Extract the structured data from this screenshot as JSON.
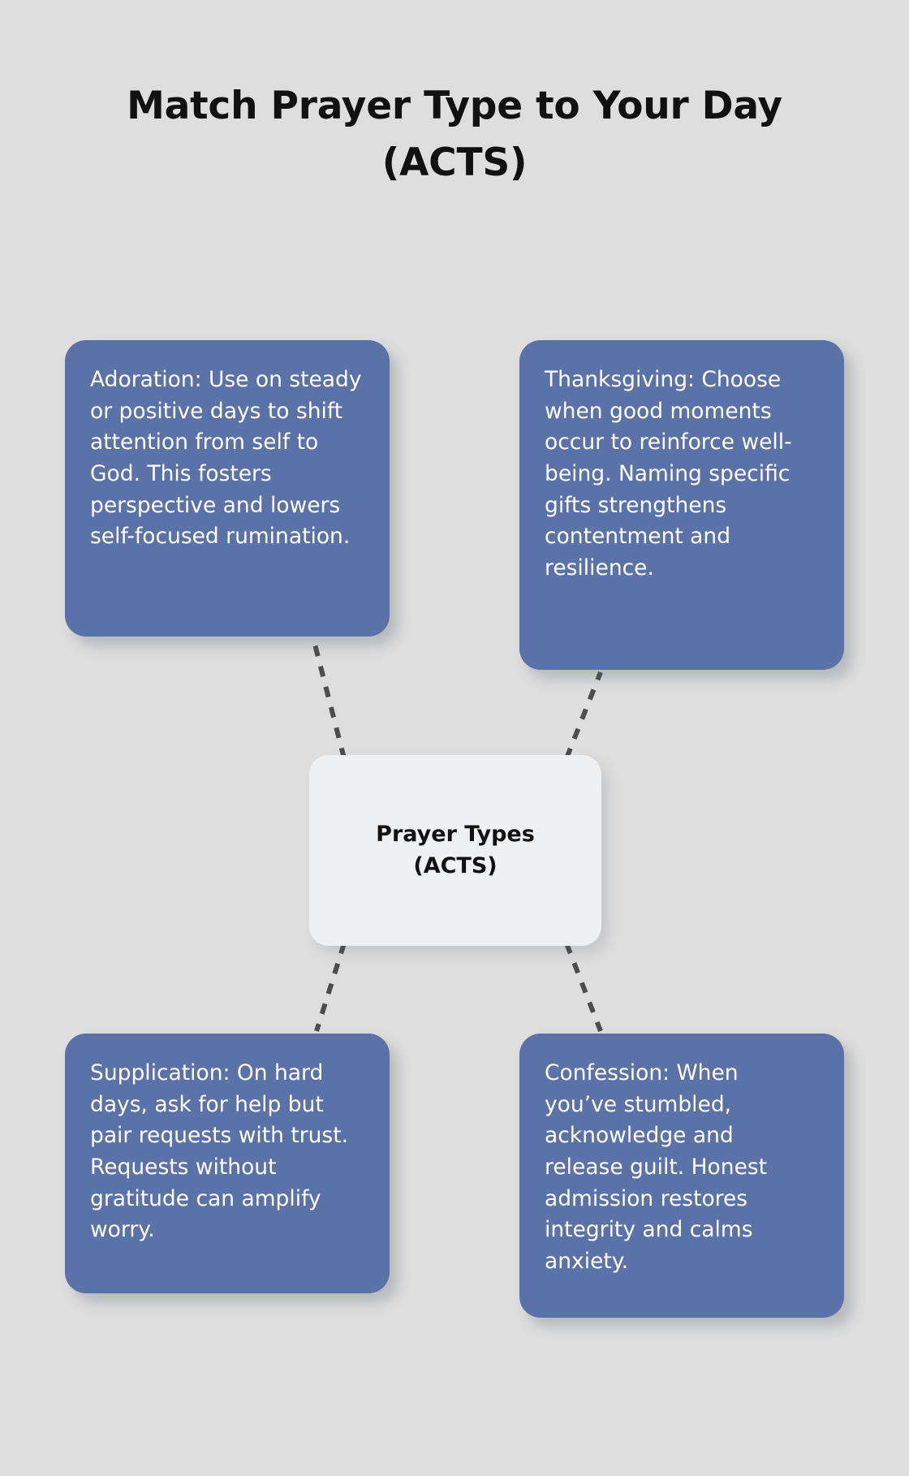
{
  "page": {
    "title_line1": "Match Prayer Type to Your Day",
    "title_line2": "(ACTS)",
    "title_full": "Match Prayer Type to Your Day\n(ACTS)",
    "background_color": "#dedede",
    "card_color": "#5a72a8",
    "card_text_color": "#ffffff",
    "center_color": "#eff0f2",
    "center_text_color": "#111111",
    "connector_color": "#4d4d4d",
    "connector_style": "dashed"
  },
  "center_node": {
    "label_line1": "Prayer Types",
    "label_line2": "(ACTS)",
    "label": "Prayer Types\n(ACTS)"
  },
  "cards": [
    {
      "id": "adoration",
      "position": "top-left",
      "term": "Adoration",
      "text": "Adoration: Use on steady or positive days to shift attention from self to God. This fosters perspective and lowers self-focused rumination."
    },
    {
      "id": "thanksgiving",
      "position": "top-right",
      "term": "Thanksgiving",
      "text": "Thanksgiving: Choose when good moments occur to reinforce well-being. Naming specific gifts strengthens contentment and resilience."
    },
    {
      "id": "supplication",
      "position": "bottom-left",
      "term": "Supplication",
      "text": "Supplication: On hard days, ask for help but pair requests with trust. Requests without gratitude can amplify worry."
    },
    {
      "id": "confession",
      "position": "bottom-right",
      "term": "Confession",
      "text": "Confession: When you’ve stumbled, acknowledge and release guilt. Honest admission restores integrity and calms anxiety."
    }
  ]
}
